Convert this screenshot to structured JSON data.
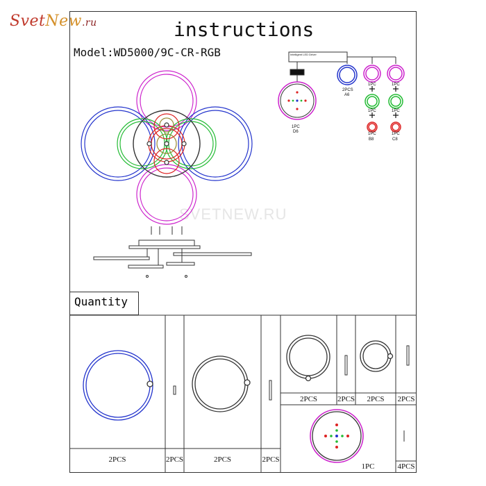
{
  "logo": {
    "part1": "Svet",
    "part2": "New",
    "part3": ".ru"
  },
  "header": {
    "title": "instructions",
    "model": "Model:WD5000/9C-CR-RGB"
  },
  "watermark": "SVETNEW.RU",
  "wiring": {
    "driver_label": "Intelligent LED Driver",
    "center": {
      "qty": "1PC",
      "code": "D6"
    },
    "col1": {
      "qty": "2PCS",
      "code": "A6"
    },
    "col2": {
      "top": "1PC",
      "mid": "1PC",
      "bot": "1PC",
      "code": "B8"
    },
    "col3": {
      "top": "1PC",
      "mid": "1PC",
      "bot": "1PC",
      "code": "C8"
    }
  },
  "quantity": {
    "label": "Quantity",
    "cells": [
      "2PCS",
      "2PCS",
      "2PCS",
      "2PCS",
      "2PCS",
      "2PCS",
      "2PCS",
      "2PCS",
      "1PC",
      "4PCS"
    ]
  },
  "colors": {
    "blue": "#2233cc",
    "magenta": "#cc22cc",
    "green": "#22bb33",
    "red": "#dd2222",
    "line": "#333333"
  }
}
